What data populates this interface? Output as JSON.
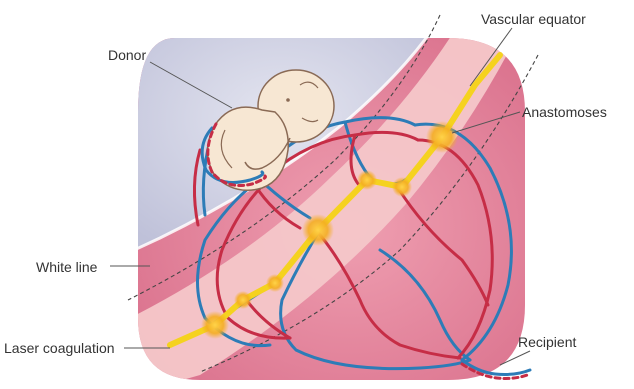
{
  "labels": {
    "donor": "Donor",
    "vascular_equator": "Vascular equator",
    "anastomoses": "Anastomoses",
    "white_line": "White line",
    "laser_coagulation": "Laser coagulation",
    "recipient": "Recipient"
  },
  "colors": {
    "recipient_sac": "#e27f98",
    "donor_sac": "#cfd0e4",
    "placenta_band": "#f3c2c6",
    "laser_line": "#f5d21f",
    "anastomosis": "#f4ad22",
    "artery": "#c62d46",
    "vein": "#2d7cb7",
    "fetus_skin": "#f7e7d3"
  }
}
